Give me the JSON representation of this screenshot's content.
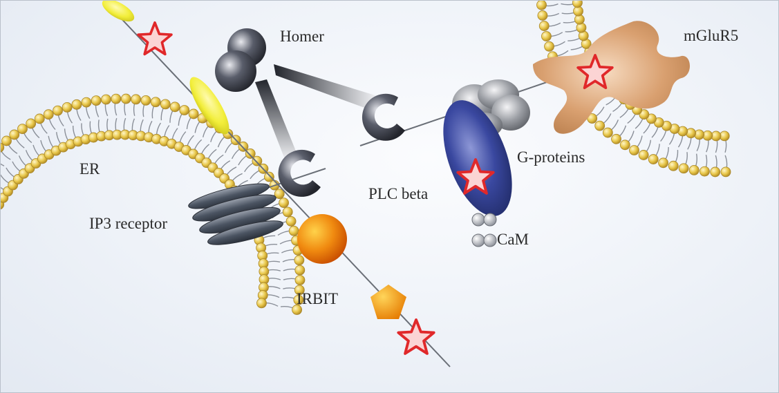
{
  "labels": {
    "homer": "Homer",
    "mglur5": "mGluR5",
    "er": "ER",
    "g_proteins": "G-proteins",
    "plc_beta": "PLC beta",
    "ip3_receptor": "IP3 receptor",
    "cam": "CaM",
    "irbit": "IRBIT"
  },
  "colors": {
    "background": "#eef2f8",
    "lipid_head": "#e8c74a",
    "lipid_tail": "#8a8f98",
    "mglur5": "#c98a57",
    "plc_beta": "#2c3a8c",
    "irbit": "#f08a10",
    "ip3_receptor": "#4b5462",
    "yellow_domain": "#f2ee3a",
    "homer": "#33363f",
    "g_proteins": "#8e9196",
    "star_fill": "#fbd4d4",
    "star_stroke": "#e0282a",
    "axis_line": "#6a6f77"
  }
}
